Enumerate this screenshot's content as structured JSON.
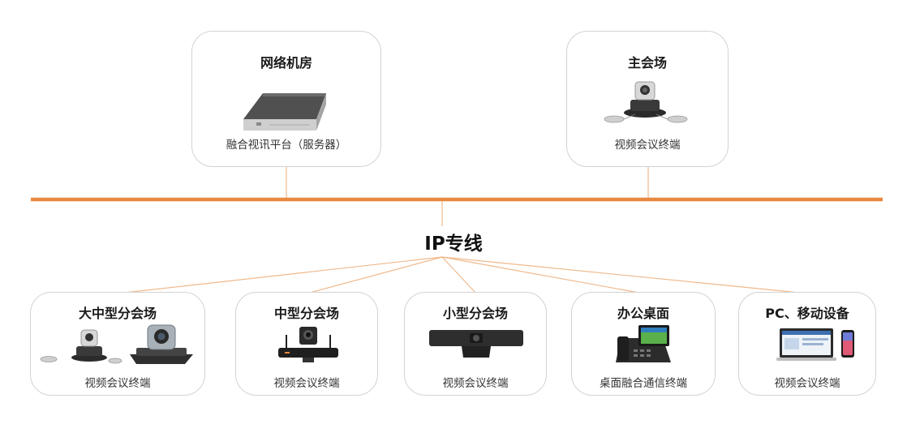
{
  "backbone_label": "IP专线",
  "colors": {
    "accent": "#e8893f",
    "line": "#f0b98c",
    "card_border": "#d3d3d3"
  },
  "top_nodes": [
    {
      "title": "网络机房",
      "caption": "融合视讯平台（服务器）",
      "icon": "server-box-icon"
    },
    {
      "title": "主会场",
      "caption": "视频会议终端",
      "icon": "ptz-camera-with-mics-icon"
    }
  ],
  "bottom_nodes": [
    {
      "title": "大中型分会场",
      "caption": "视频会议终端",
      "icon": "ptz-camera-pair-icon"
    },
    {
      "title": "中型分会场",
      "caption": "视频会议终端",
      "icon": "camera-codec-bar-icon"
    },
    {
      "title": "小型分会场",
      "caption": "视频会议终端",
      "icon": "video-bar-icon"
    },
    {
      "title": "办公桌面",
      "caption": "桌面融合通信终端",
      "icon": "desk-video-phone-icon"
    },
    {
      "title": "PC、移动设备",
      "caption": "视频会议终端",
      "icon": "laptop-phone-icon"
    }
  ]
}
